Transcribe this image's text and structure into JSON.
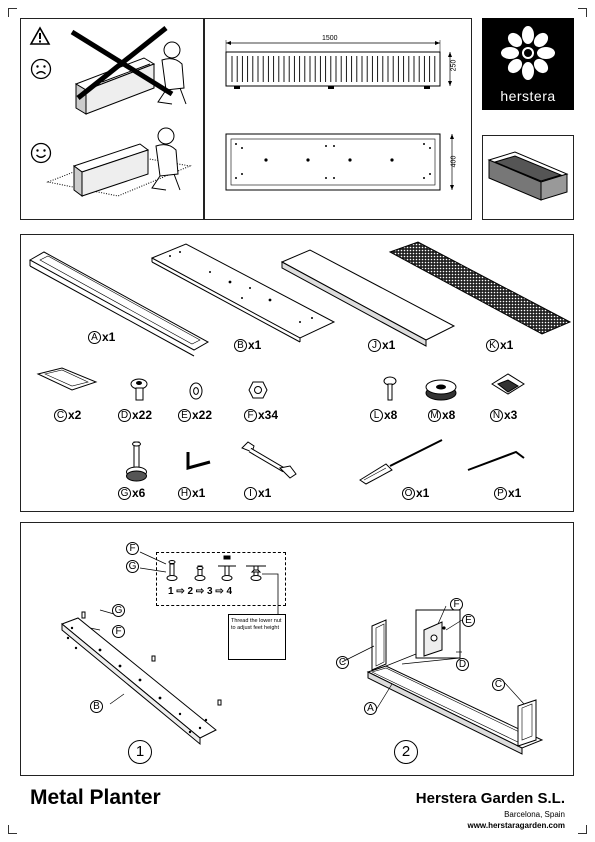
{
  "dimensions": {
    "length": "1500",
    "height": "250",
    "width": "400"
  },
  "logo": {
    "text": "herstera"
  },
  "parts": [
    {
      "id": "A",
      "qty": "x1"
    },
    {
      "id": "B",
      "qty": "x1"
    },
    {
      "id": "J",
      "qty": "x1"
    },
    {
      "id": "K",
      "qty": "x1"
    },
    {
      "id": "C",
      "qty": "x2"
    },
    {
      "id": "D",
      "qty": "x22"
    },
    {
      "id": "E",
      "qty": "x22"
    },
    {
      "id": "F",
      "qty": "x34"
    },
    {
      "id": "L",
      "qty": "x8"
    },
    {
      "id": "M",
      "qty": "x8"
    },
    {
      "id": "N",
      "qty": "x3"
    },
    {
      "id": "G",
      "qty": "x6"
    },
    {
      "id": "H",
      "qty": "x1"
    },
    {
      "id": "I",
      "qty": "x1"
    },
    {
      "id": "O",
      "qty": "x1"
    },
    {
      "id": "P",
      "qty": "x1"
    }
  ],
  "steps": {
    "sequence": [
      "1",
      "2",
      "3",
      "4"
    ],
    "note": "Thread the lower nut to adjust feet height",
    "step1": "1",
    "step2": "2",
    "callouts1": {
      "f_top": "F",
      "g_top": "G",
      "g_side": "G",
      "f_side": "F",
      "b": "B"
    },
    "callouts2": {
      "f": "F",
      "e": "E",
      "c_left": "C",
      "d": "D",
      "a": "A",
      "c_right": "C"
    }
  },
  "footer": {
    "product": "Metal Planter",
    "company": "Herstera Garden S.L.",
    "city": "Barcelona, Spain",
    "website": "www.herstaragarden.com"
  }
}
